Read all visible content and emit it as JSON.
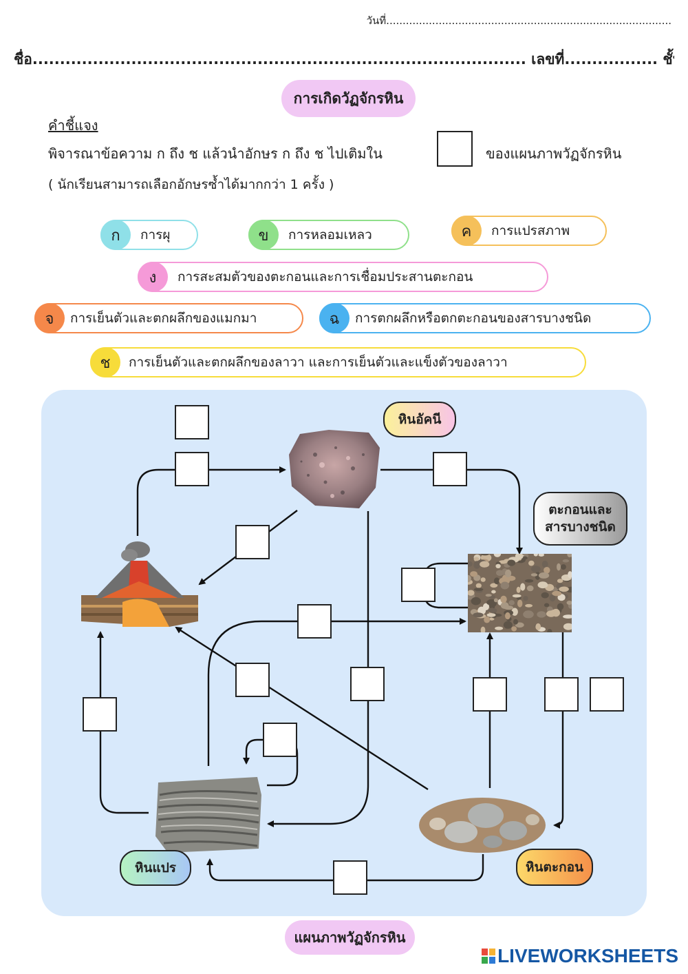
{
  "header": {
    "date_line": "วันที่.......................................................................................",
    "name_line": "ชื่อ.......................................................................................... เลขที่................. ชั้น..................."
  },
  "title": "การเกิดวัฏจักรหิน",
  "instructions": {
    "label": "คำชี้แจง",
    "text_before_box": "พิจารณาข้อความ ก ถึง ช แล้วนำอักษร ก ถึง ช ไปเติมใน",
    "text_after_box": "ของแผนภาพวัฏจักรหิน",
    "note": "( นักเรียนสามารถเลือกอักษรซ้ำได้มากกว่า 1 ครั้ง )"
  },
  "processes": [
    {
      "letter": "ก",
      "text": "การผุ",
      "color": "#8fe0e8",
      "border": "#8fe0e8"
    },
    {
      "letter": "ข",
      "text": "การหลอมเหลว",
      "color": "#8fe08a",
      "border": "#8fe08a"
    },
    {
      "letter": "ค",
      "text": "การแปรสภาพ",
      "color": "#f5c05a",
      "border": "#f5c05a"
    },
    {
      "letter": "ง",
      "text": "การสะสมตัวของตะกอนและการเชื่อมประสานตะกอน",
      "color": "#f59ad8",
      "border": "#f59ad8"
    },
    {
      "letter": "จ",
      "text": "การเย็นตัวและตกผลึกของแมกมา",
      "color": "#f5884a",
      "border": "#f5884a"
    },
    {
      "letter": "ฉ",
      "text": "การตกผลึกหรือตกตะกอนของสารบางชนิด",
      "color": "#4ab2f0",
      "border": "#4ab2f0"
    },
    {
      "letter": "ช",
      "text": "การเย็นตัวและตกผลึกของลาวา และการเย็นตัวและแข็งตัวของลาวา",
      "color": "#f7dc3a",
      "border": "#f7dc3a"
    }
  ],
  "diagram": {
    "igneous_label": "หินอัคนี",
    "sediment_label": "ตะกอนและ\nสารบางชนิด",
    "metamorphic_label": "หินแปร",
    "sedimentary_label": "หินตะกอน"
  },
  "footer": {
    "caption": "แผนภาพวัฏจักรหิน",
    "logo": "LIVEWORKSHEETS"
  }
}
